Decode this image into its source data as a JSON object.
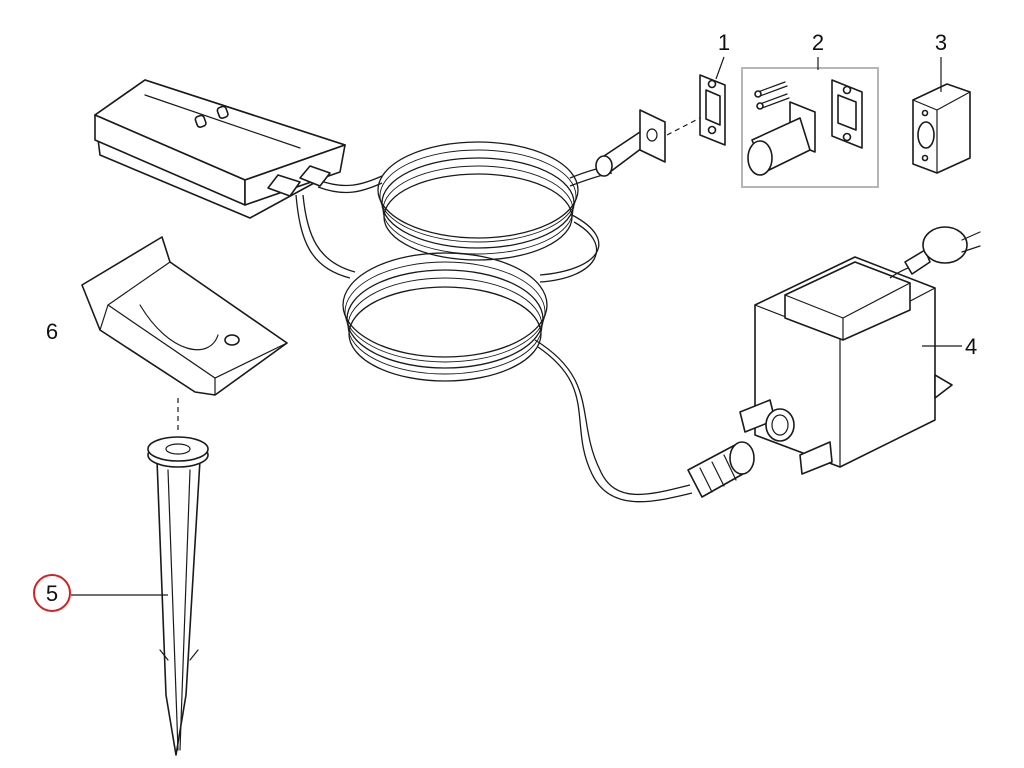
{
  "diagram": {
    "callouts": [
      {
        "id": 1,
        "label": "1"
      },
      {
        "id": 2,
        "label": "2"
      },
      {
        "id": 3,
        "label": "3"
      },
      {
        "id": 4,
        "label": "4"
      },
      {
        "id": 5,
        "label": "5"
      },
      {
        "id": 6,
        "label": "6"
      }
    ],
    "highlighted_callout": "5",
    "colors": {
      "line": "#1a1a1a",
      "highlight": "#d92020",
      "kit_box": "#b5b5b5"
    }
  }
}
